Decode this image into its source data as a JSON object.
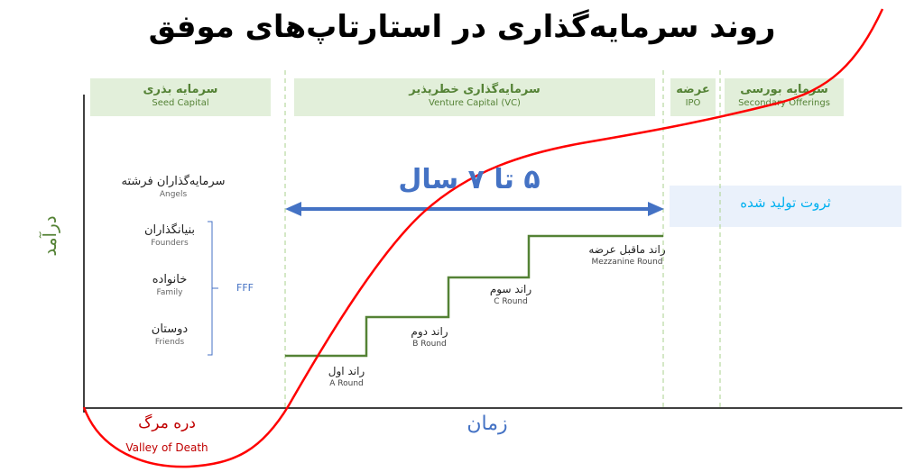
{
  "title": "روند سرمایه‌گذاری در استارتاپ‌های موفق",
  "phases": [
    {
      "fa": "سرمایه بذری",
      "en": "Seed Capital"
    },
    {
      "fa": "سرمایه‌گذاری خطرپذیر",
      "en": "Venture Capital (VC)"
    },
    {
      "fa": "عرضه",
      "en": "IPO"
    },
    {
      "fa": "سرمایه بورسی",
      "en": "Secondary Offerings"
    }
  ],
  "investors": [
    {
      "fa": "سرمایه‌گذاران فرشته",
      "en": "Angels"
    },
    {
      "fa": "بنیانگذاران",
      "en": "Founders"
    },
    {
      "fa": "خانواده",
      "en": "Family"
    },
    {
      "fa": "دوستان",
      "en": "Friends"
    }
  ],
  "fff": "FFF",
  "rounds": [
    {
      "fa": "راند اول",
      "en": "A Round"
    },
    {
      "fa": "راند دوم",
      "en": "B Round"
    },
    {
      "fa": "راند سوم",
      "en": "C Round"
    },
    {
      "fa": "راند ماقبل عرضه",
      "en": "Mezzanine Round"
    }
  ],
  "duration": "۵ تا ۷ سال",
  "wealth": "ثروت تولید شده",
  "y_axis": "درآمد",
  "x_axis": "زمان",
  "valley": {
    "fa": "دره مرگ",
    "en": "Valley of Death"
  },
  "colors": {
    "green": "#548235",
    "blue": "#4472c4",
    "red": "#ff0000"
  }
}
